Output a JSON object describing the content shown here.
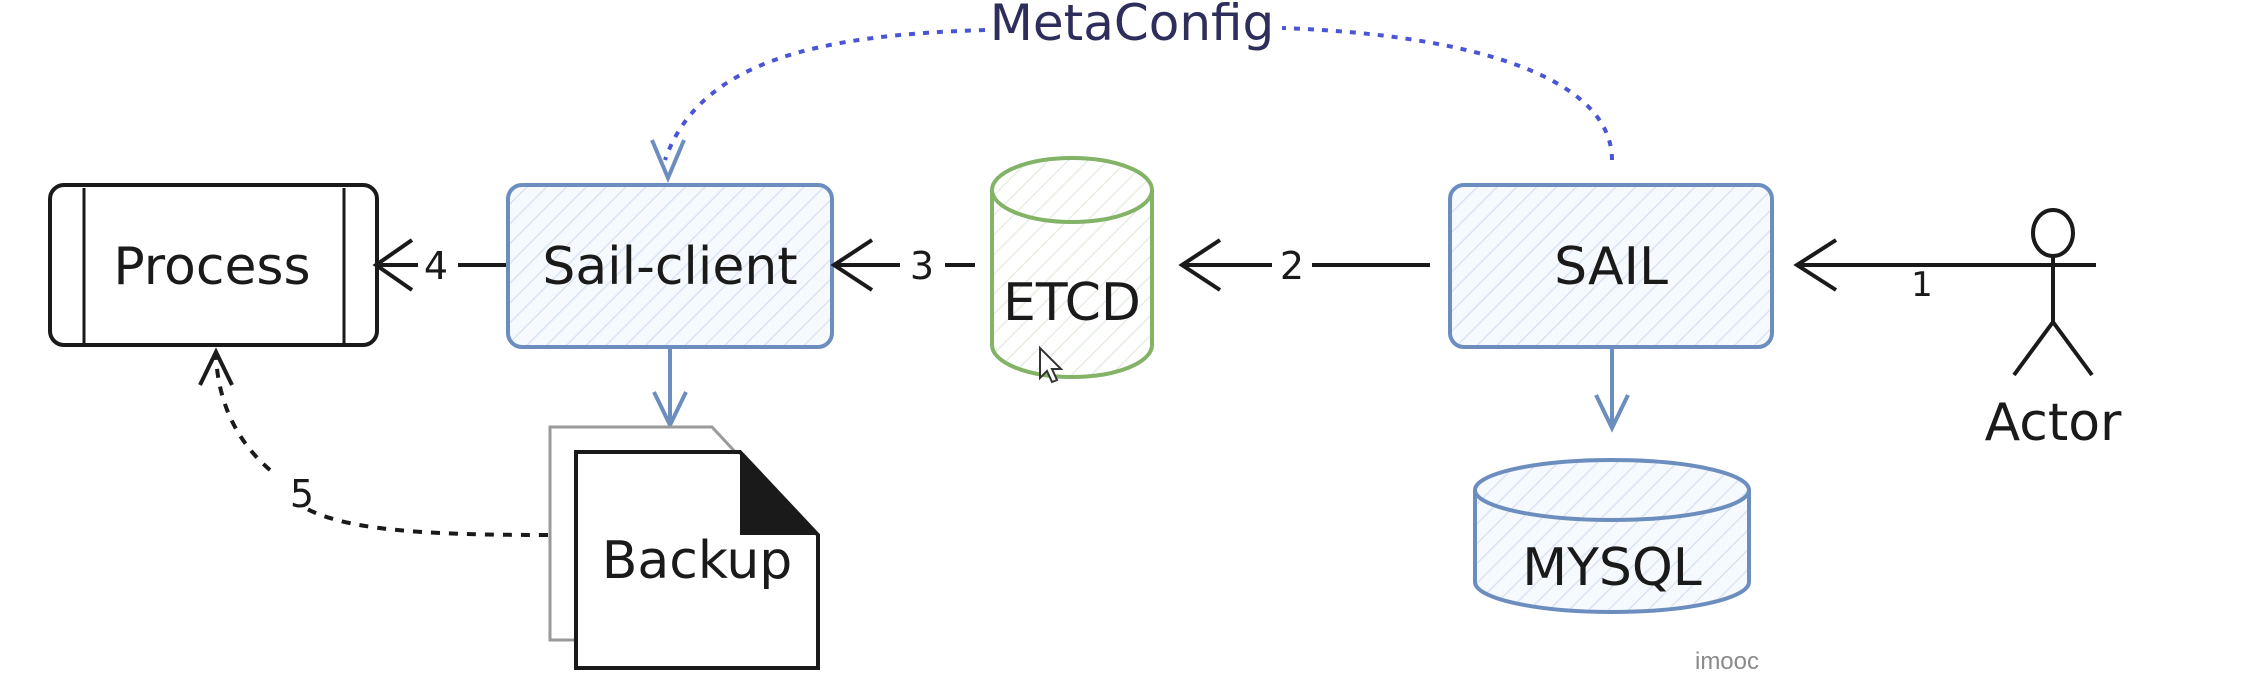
{
  "diagram": {
    "nodes": {
      "process": {
        "label": "Process"
      },
      "sail_client": {
        "label": "Sail-client"
      },
      "etcd": {
        "label": "ETCD"
      },
      "sail": {
        "label": "SAIL"
      },
      "mysql": {
        "label": "MYSQL"
      },
      "backup": {
        "label": "Backup"
      },
      "actor": {
        "label": "Actor"
      }
    },
    "edges": {
      "e1": {
        "label": "1",
        "from": "actor",
        "to": "sail"
      },
      "e2": {
        "label": "2",
        "from": "sail",
        "to": "etcd"
      },
      "e3": {
        "label": "3",
        "from": "etcd",
        "to": "sail_client"
      },
      "e4": {
        "label": "4",
        "from": "sail_client",
        "to": "process"
      },
      "e5": {
        "label": "5",
        "from": "backup",
        "to": "process"
      },
      "meta": {
        "label": "MetaConfig",
        "from": "sail",
        "to": "sail_client"
      }
    },
    "watermark": "imooc",
    "colors": {
      "blue_stroke": "#6c8ebf",
      "blue_fill": "#dae8fc",
      "green_stroke": "#82b366",
      "dotted_blue": "#4a55d6",
      "ink": "#1a1a1a"
    }
  }
}
